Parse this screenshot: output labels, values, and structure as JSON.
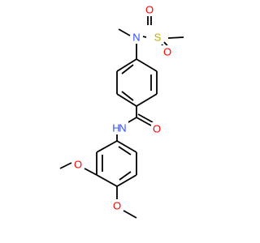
{
  "molecule": {
    "atoms": {
      "O": "O",
      "S": "S",
      "N": "N",
      "NH": "H",
      "O2": "O",
      "O3": "O",
      "O4": "O",
      "O5": "O"
    },
    "colors": {
      "carbon_bond": "#000000",
      "oxygen": "#ff0000",
      "nitrogen": "#3050f8",
      "sulfur": "#c8a800"
    }
  }
}
